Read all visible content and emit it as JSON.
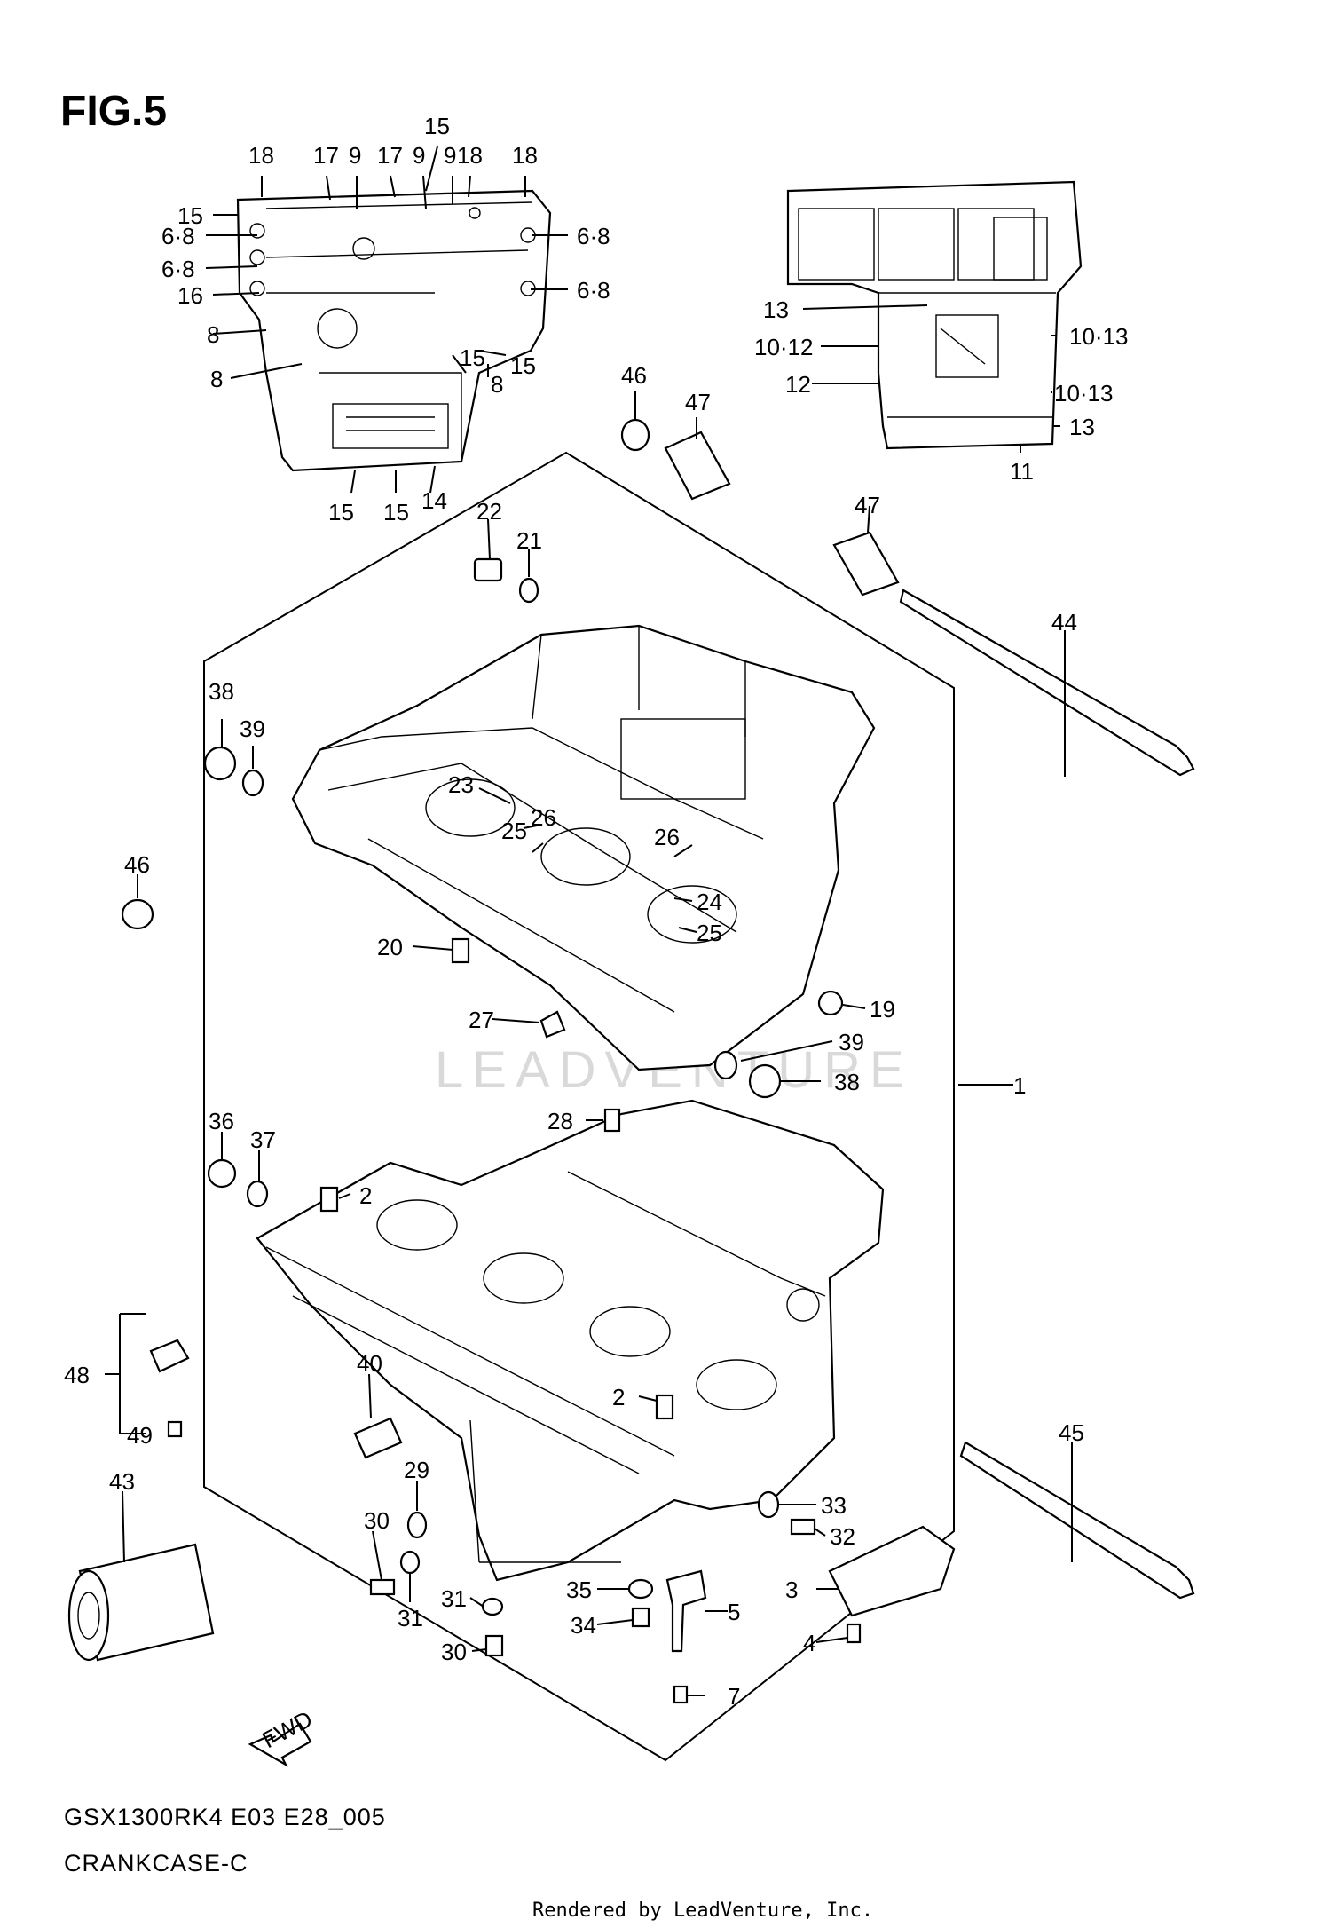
{
  "figure": {
    "title": "FIG.5",
    "model_code": "GSX1300RK4 E03 E28_005",
    "diagram_name": "CRANKCASE-C",
    "render_credit": "Rendered by LeadVenture, Inc.",
    "watermark": "LEADVENTURE",
    "fwd_label": "FWD"
  },
  "callouts": [
    "18",
    "17",
    "9",
    "17",
    "9",
    "15",
    "9",
    "18",
    "18",
    "15",
    "6·8",
    "6·8",
    "16",
    "8",
    "8",
    "6·8",
    "6·8",
    "15",
    "8",
    "15",
    "15",
    "15",
    "14",
    "13",
    "10·12",
    "12",
    "10·13",
    "10·13",
    "13",
    "11",
    "46",
    "47",
    "47",
    "44",
    "22",
    "21",
    "38",
    "39",
    "23",
    "26",
    "25",
    "46",
    "26",
    "24",
    "25",
    "20",
    "27",
    "19",
    "39",
    "38",
    "1",
    "28",
    "36",
    "37",
    "2",
    "48",
    "49",
    "40",
    "2",
    "43",
    "29",
    "45",
    "30",
    "31",
    "31",
    "30",
    "35",
    "34",
    "5",
    "7",
    "33",
    "32",
    "3",
    "4"
  ]
}
